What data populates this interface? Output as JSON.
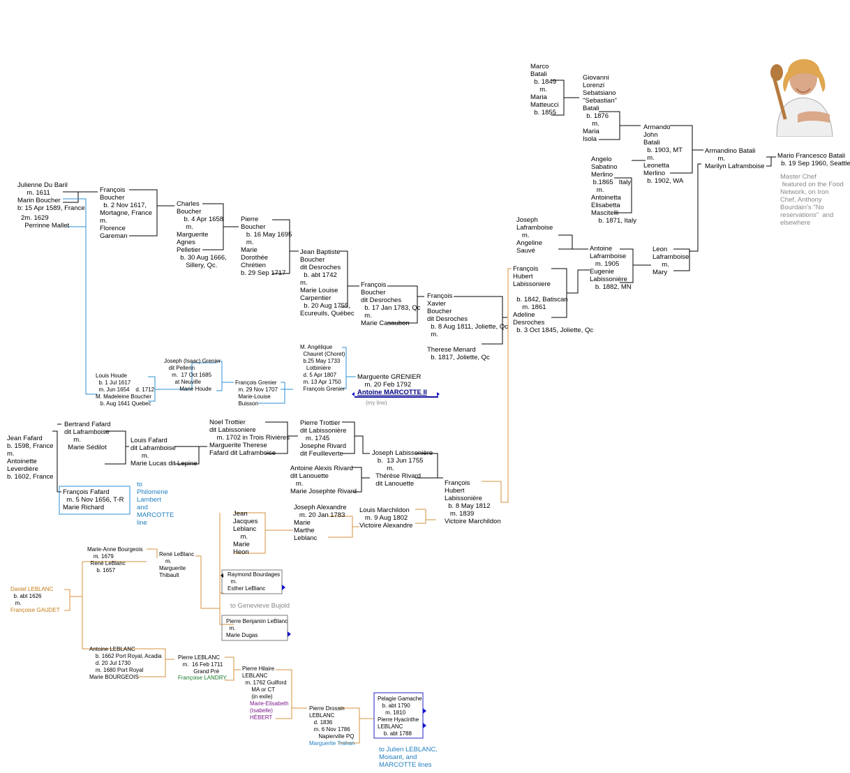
{
  "bataliline": {
    "marco": "Marco\nBatali\n  b. 1849\n     m.\nMaria\nMatteucci\n  b. 1855",
    "giovanni": "Giovanni\nLorenzi\nSebatsiano\n\"Sebastian\"\nBatali\n  b. 1876\n     m.\nMaria\nIsola",
    "angelo": "Angelo\nSabatino\nMerlino\n b.1865   Italy\n   m.\nAntoinetta\nElisabetta\nMascitelli\n    b. 1871, Italy",
    "armando": "Armando\nJohn\nBatali\n  b. 1903, MT\n  m.\nLeonetta\nMerlino\n  b. 1902, WA",
    "armandino": "Armandino Batali\n       m.\nMarilyn Laframboise",
    "mario": "Mario Francesco Batali\n  b. 19 Sep 1960, Seattle",
    "mario_note": "Master Chef\n featured on the Food\nNetwork, on Iron\nChef, Anthony\nBourdain's \"No\nreservations\"  and\nelsewhere"
  },
  "laframboise": {
    "joseph": "Joseph\nLaframboise\n   m.\nAngeline\nSauvé",
    "antoine": "Antoine\nLaframboise\n   m. 1905\nEugenie\nLabissonière\n   b. 1882, MN",
    "leon": "Leon\nLaframboise\n     m.\nMary",
    "francois_hubert": "François\nHubert\nLabissoniere\n\n  b. 1842, Batiscan\n     m. 1861\nAdeline\nDesroches\n  b. 3 Oct 1845, Joliette, Qc"
  },
  "boucher": {
    "julienne": "Julienne Du Baril\n     m. 1611\nMarin Boucher\nb: 15 Apr 1589, France",
    "perrinne": "2m. 1629\n  Perrinne Mallet",
    "francois": "François\nBoucher\n  b. 2 Nov 1617,\nMortagne, France\nm.\nFlorence\nGareman",
    "charles": "Charles\nBoucher\n    b. 4 Apr 1658\n     m.\nMarguerite\nAgnes\nPelletier\n  b. 30 Aug 1666,\n     Sillery, Qc.",
    "pierre": "Pierre\nBoucher\n   b. 16 May 1695\n   m.\nMarie\nDorothée\nChrétien\nb. 29 Sep 1717",
    "jean_baptiste": "Jean Baptiste\nBoucher\ndit Desroches\n  b. abt 1742\nm.\nMarie Louise\nCarpentier\n  b. 20 Aug 1755,\nEcureuils, Québec",
    "francois2": "François\nBoucher\ndit Desroches\n  b. 17 Jan 1783, Qc\n  m.\nMarie Casaubon",
    "francois_xavier": "François\nXavier\nBoucher\ndit Desroches\n  b. 8 Aug 1811, Joliette, Qc\n  m.\n\nTherese Menard\n  b. 1817, Joliette, Qc"
  },
  "grenier": {
    "louis_houde": "Louis Houde\n  b. 1 Jul 1617\n  m. Jun 1654    d. 1712\nM. Madeleine Boucher\n   b. Aug 1641 Quebec",
    "joseph_grenier": "Joseph (Isaac) Grenier\n   dit Pellerin\n     m.  17 Oct 1685\n       at Neuville\n          Marie Houde",
    "francois_grenier": "François Grenier\n  m. 29 Nov 1707\n  Marie-Louise\n  Buisson",
    "angelique": "M. Angélique\n  Chauret (Choret)\n  b.25 May 1733\n    Lotbinière\n  d. 5 Apr 1807\n  m. 13 Apr 1750\n  François Grenier",
    "marguerite": "Marguerite GRENIER\n    m. 20 Feb 1792",
    "antoine_marcotte": "Antoine MARCOTTE II",
    "my_line": "(my line)"
  },
  "fafard": {
    "jean": "Jean Fafard\nb. 1598, France\nm.\nAntoinette\nLeverdière\nb. 1602, France",
    "bertrand": "Bertrand Fafard\ndit Laframboise\n     m.\n  Marie Sédilot",
    "louis": "Louis Fafard\ndit Laframboise\n      m.\nMarie Lucas dit Lepine",
    "francois": "François Fafard\n  m. 5 Nov 1656, T-R\nMarie Richard",
    "to_philomene": "to\nPhilomene\nLambert\nand\nMARCOTTE\nline",
    "noel": "Noel Trottier\ndit Labissoniere\n    m. 1702 in Trois Rivières\nMarguerite Therese\nFafard dit Laframboise",
    "pierre_trottier": "Pierre Trottier\ndit Labissonière\n   m. 1745\nJosephe Rivard\ndit Feuilleverte",
    "joseph_lab": "Joseph Labissonière\n   b.  13 Jun 1755\n        m.\n  Thérèse Rivard\n  dit Lanouette",
    "antoine_rivard": "Antoine Alexis Rivard\ndit Lanouette\n   m.\nMarie Josephte Rivard",
    "francois_hubert": "François\nHubert\nLabissonière\n  b. 8 May 1812\n   m. 1839\nVictoire Marchildon",
    "louis_marchildon": "Louis Marchildon\n   m. 9 Aug 1802\nVictoire Alexandre",
    "joseph_alexandre": "Joseph Alexandre\n   m. 20 Jan 1783\nMarie\nMarthe\nLeblanc",
    "jean_jacques": "Jean\nJacques\nLeblanc\n    m.\nMarie\nHeon"
  },
  "leblanc": {
    "raymond": "Raymond Bourdages\n  m.\nEsther LeBlanc",
    "to_genevieve": "to Genevieve Bujold",
    "pierre_benjamin": "Pierre Benjamin LeBlanc\n  m.\nMarie Dugas",
    "marie_anne": "Marie-Anne Bourgeois\n    m. 1679\n  René LeBlanc\n      b. 1657",
    "rene": "René LeBlanc\n    m.\nMarguerite\nThibault",
    "daniel": "Daniel LEBLANC",
    "daniel_info": "  b. abt 1626\n   m.",
    "francoise_gaudet": "Françoise GAUDET",
    "antoine": "Antoine LEBLANC\n    b. 1662 Port Royal, Acadia\n    d. 20 Jul 1730\n    m. 1680 Port Royal\nMarie BOURGEOIS",
    "pierre_leblanc": "Pierre LEBLANC\n   m.  16 Feb 1711\n          Grand Pré",
    "francoise_landry": "Françoise LANDRY",
    "pierre_hilaire": "Pierre Hilaire\nLEBLANC\n  m. 1762 Guilford\n      MA or CT\n      (in exile)",
    "marie_elisabeth": "Marie-Elisabeth\n(Isabelle)\nHÉBERT",
    "pierre_drossin": "Pierre Drossin\nLEBLANC\n   d. 1836\n   m. 6 Nov 1786\n      Napierville PQ",
    "marguerite_trahan": "Marguerite Trahan",
    "pelagie": "Pelagie Gamache\n   b. abt 1790\n     m. 1810\nPierre Hyacinthe\nLEBLANC\n    b. abt 1788",
    "to_julien": "to Julien LEBLANC,\nMoisant, and\nMARCOTTE lines"
  },
  "photo_icon": "chef-portrait-with-wooden-spoon"
}
